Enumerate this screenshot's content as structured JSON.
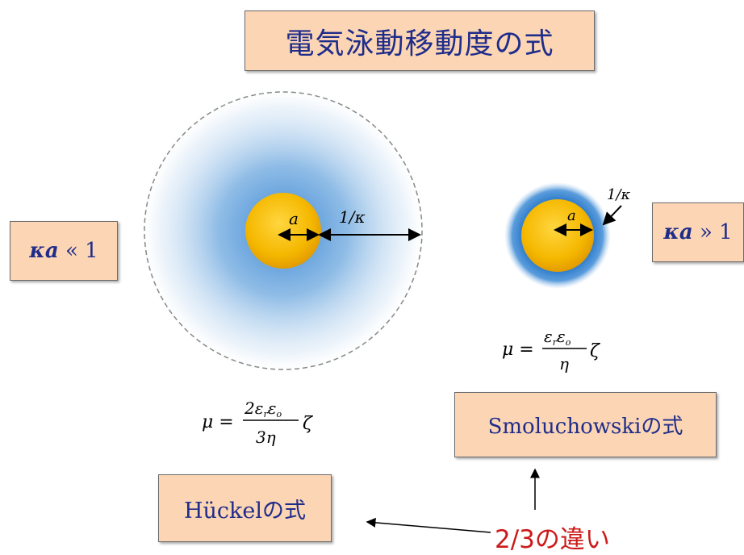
{
  "title": "電気泳動移動度の式",
  "left_condition": {
    "symbol": "κa",
    "relation": "« 1"
  },
  "right_condition": {
    "symbol": "κa",
    "relation": "» 1"
  },
  "labels": {
    "radius": "a",
    "debye_length": "1/κ"
  },
  "huckel": {
    "label": "Hückelの式",
    "lhs": "μ =",
    "numerator": "2ε",
    "numerator_sub1": "r",
    "numerator_mid": "ε",
    "numerator_sub2": "o",
    "denominator": "3η",
    "zeta": "ζ"
  },
  "smoluchowski": {
    "label": "Smoluchowskiの式",
    "lhs": "μ =",
    "numerator": "ε",
    "numerator_sub1": "r",
    "numerator_mid": "ε",
    "numerator_sub2": "o",
    "denominator": "η",
    "zeta": "ζ"
  },
  "difference_note": "2/3の違い",
  "colors": {
    "box_fill": "#fcd5b4",
    "box_text": "#1f2d8a",
    "particle": "#f2b400",
    "cloud": "#4a8fd4",
    "note": "#cc1a1a"
  }
}
